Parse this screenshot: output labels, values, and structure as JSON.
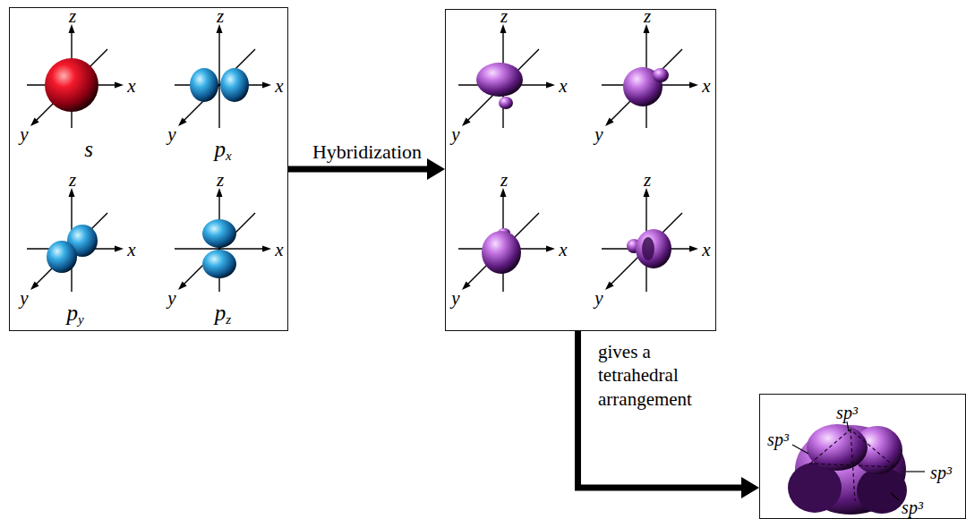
{
  "diagram": {
    "nodes": [
      {
        "text": [
          "z",
          "x",
          "y",
          "s",
          "z",
          "x",
          "y",
          "px",
          "z",
          "x",
          "y",
          "py",
          "z",
          "x",
          "y",
          "pz"
        ]
      },
      {
        "text": [
          "z",
          "x",
          "y",
          "z",
          "x",
          "y",
          "z",
          "x",
          "y",
          "z",
          "x",
          "y"
        ]
      },
      {
        "text": [
          "sp³",
          "sp³",
          "sp³",
          "sp³"
        ]
      }
    ],
    "edges": [
      {
        "from": 0,
        "to": 1,
        "arrow": "to",
        "label": "Hybridization"
      },
      {
        "from": 1,
        "to": 2,
        "arrow": "to",
        "label": "gives a tetrahedral arrangement"
      }
    ]
  }
}
